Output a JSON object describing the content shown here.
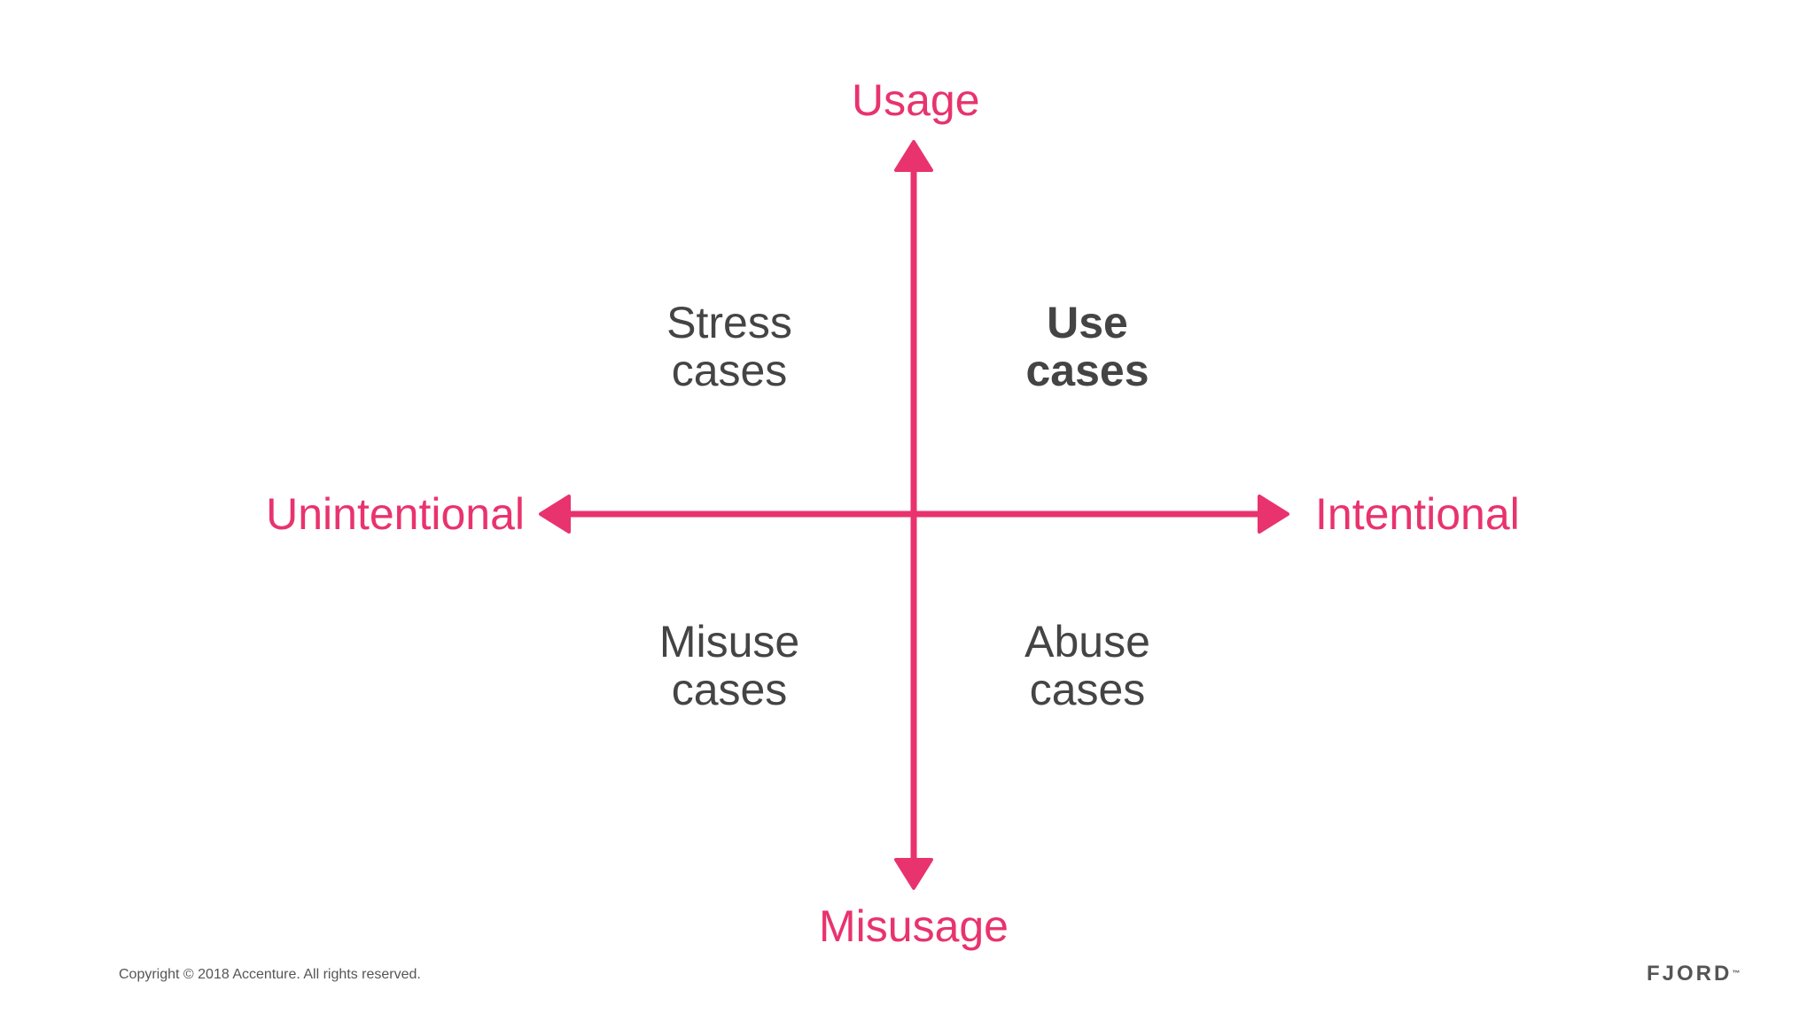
{
  "colors": {
    "accent": "#e8336e",
    "text": "#444444",
    "footer": "#555555",
    "background": "#ffffff"
  },
  "axes": {
    "top": "Usage",
    "bottom": "Misusage",
    "left": "Unintentional",
    "right": "Intentional"
  },
  "quadrants": {
    "top_left": {
      "line1": "Stress",
      "line2": "cases",
      "emphasis": false
    },
    "top_right": {
      "line1": "Use",
      "line2": "cases",
      "emphasis": true
    },
    "bottom_left": {
      "line1": "Misuse",
      "line2": "cases",
      "emphasis": false
    },
    "bottom_right": {
      "line1": "Abuse",
      "line2": "cases",
      "emphasis": false
    }
  },
  "footer": {
    "copyright": "Copyright © 2018 Accenture. All rights reserved.",
    "logo": "FJORD",
    "logo_mark": "™"
  }
}
